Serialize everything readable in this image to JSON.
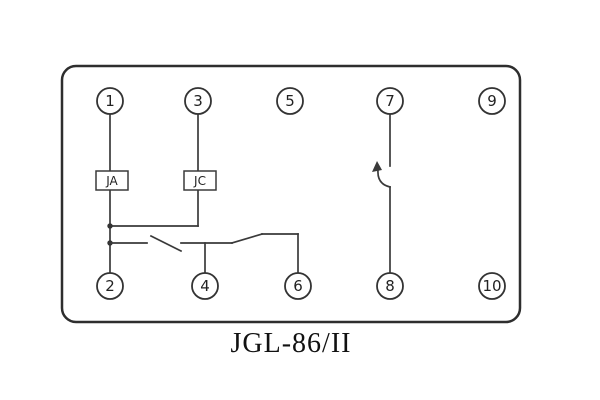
{
  "title": "JGL-86/II",
  "terminals": {
    "t1": "1",
    "t2": "2",
    "t3": "3",
    "t4": "4",
    "t5": "5",
    "t6": "6",
    "t7": "7",
    "t8": "8",
    "t9": "9",
    "t10": "10"
  },
  "components": {
    "coil_a": "JA",
    "coil_c": "JC"
  },
  "colors": {
    "wire": "#3a3a3a",
    "outline": "#2e2e2e",
    "text": "#222222",
    "background": "#ffffff"
  }
}
